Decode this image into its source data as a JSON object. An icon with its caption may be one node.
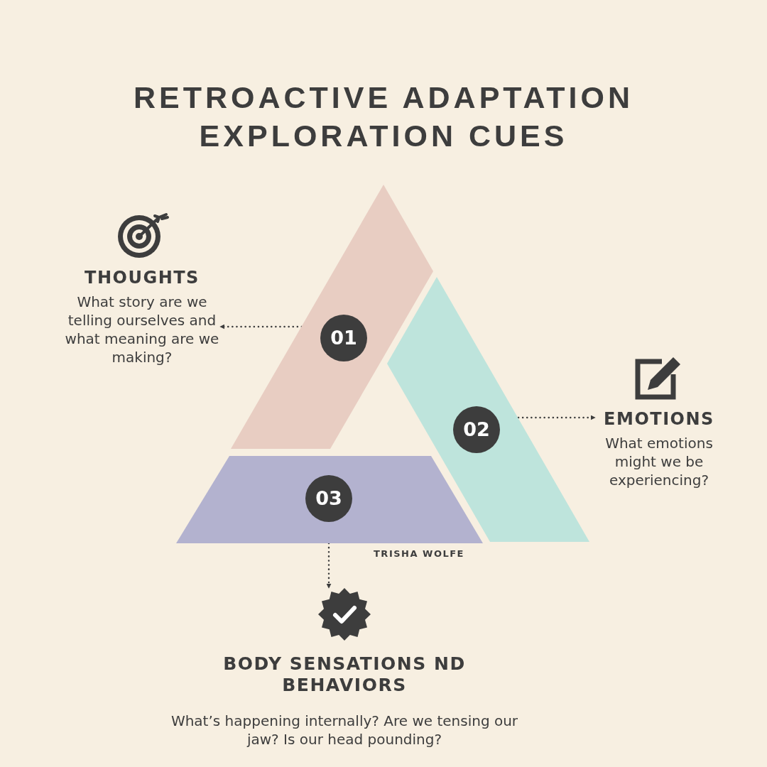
{
  "diagram": {
    "title": "RETROACTIVE ADAPTATION EXPLORATION CUES",
    "nodes": [
      {
        "text": [
          "01"
        ]
      },
      {
        "text": [
          "THOUGHTS",
          "What story are we telling ourselves and what meaning are we making?"
        ]
      },
      {
        "text": [
          "02"
        ]
      },
      {
        "text": [
          "EMOTIONS",
          "What emotions might we be experiencing?"
        ]
      },
      {
        "text": [
          "03"
        ]
      },
      {
        "text": [
          "BODY SENSATIONS ND BEHAVIORS",
          "What’s happening internally? Are we tensing our jaw? Is our head pounding?"
        ]
      }
    ],
    "edges": [
      {
        "from": 0,
        "to": 1,
        "arrow": "to",
        "style": "dashed"
      },
      {
        "from": 2,
        "to": 3,
        "arrow": "to",
        "style": "dashed"
      },
      {
        "from": 4,
        "to": 5,
        "arrow": "to",
        "style": "dashed"
      }
    ],
    "labels": [
      "TRISHA WOLFE"
    ]
  }
}
